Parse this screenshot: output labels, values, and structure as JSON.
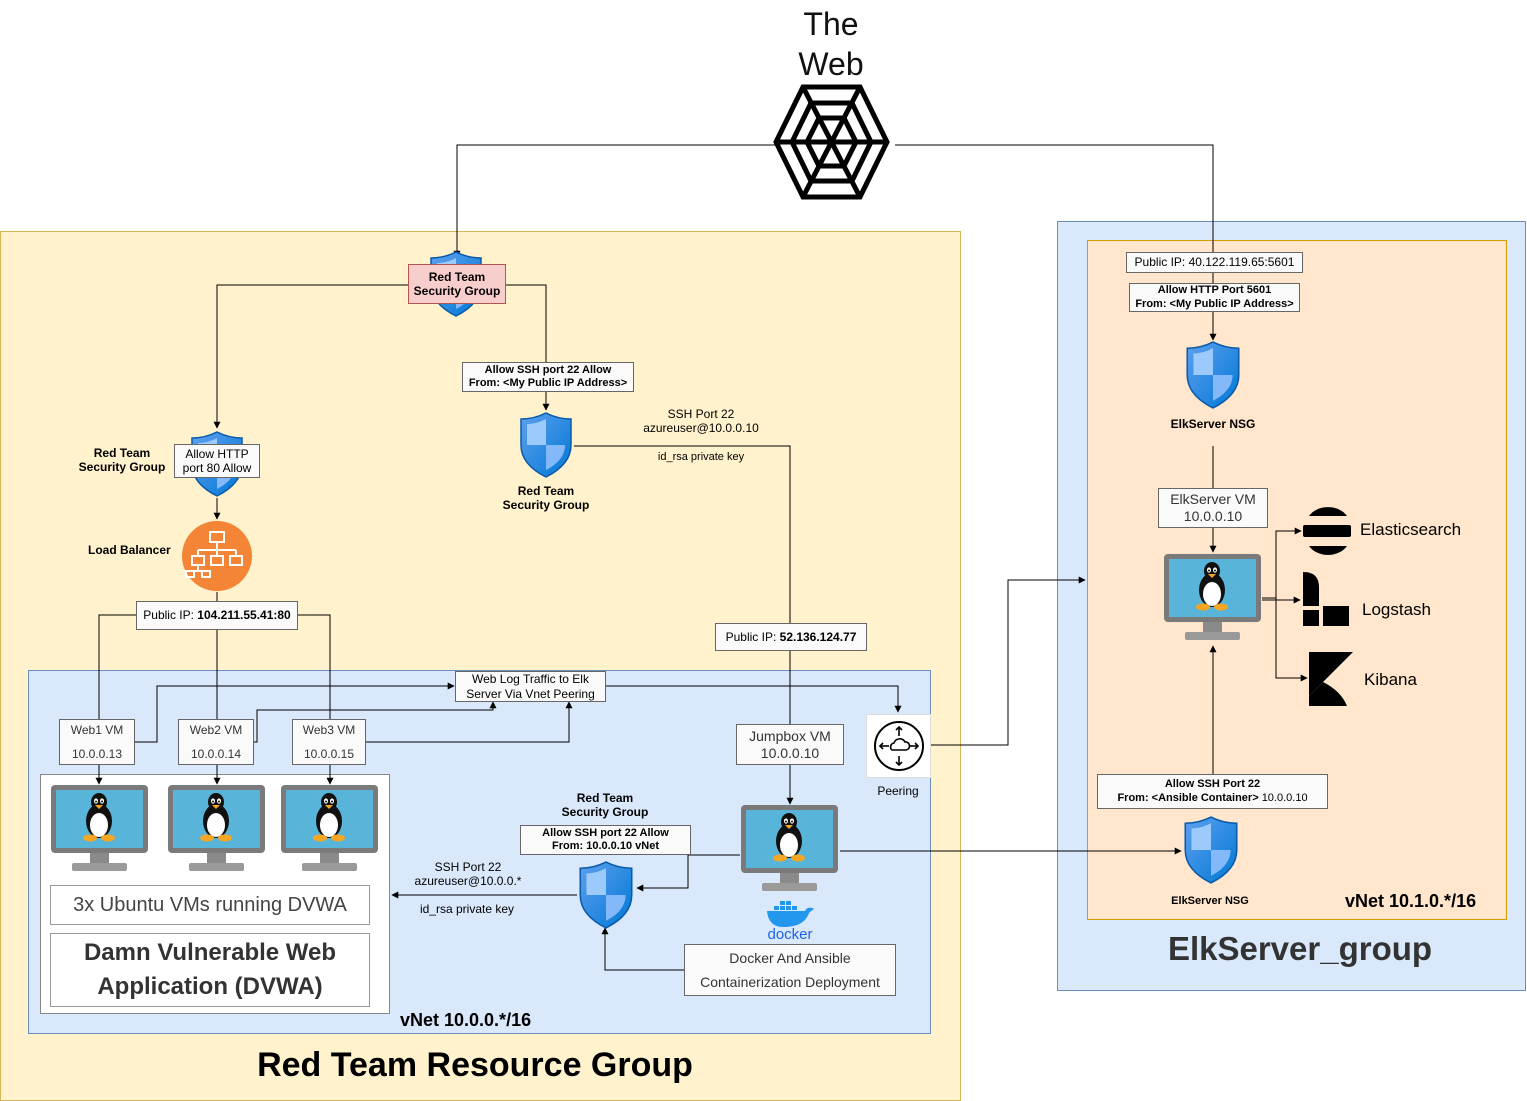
{
  "web": {
    "title_line1": "The",
    "title_line2": "Web"
  },
  "red_group": {
    "title": "Red Team Resource Group",
    "top_sg_line1": "Red Team",
    "top_sg_line2": "Security Group",
    "left_sg_line1": "Red Team",
    "left_sg_line2": "Security Group",
    "http_rule_line1": "Allow HTTP",
    "http_rule_line2": "port 80 Allow",
    "ssh_rule_line1": "Allow SSH port 22 Allow",
    "ssh_rule_line2": "From: <My Public IP Address>",
    "mid_sg_line1": "Red Team",
    "mid_sg_line2": "Security Group",
    "ssh_note_line1": "SSH Port 22",
    "ssh_note_line2": "azureuser@10.0.0.10",
    "ssh_note_line3": "id_rsa private key",
    "load_balancer": "Load Balancer",
    "lb_ip_label": "Public IP: ",
    "lb_ip": "104.211.55.41:80",
    "jump_ip_label": "Public IP: ",
    "jump_ip": "52.136.124.77"
  },
  "vnet1": {
    "label": "vNet 10.0.0.*/16",
    "weblog_line1": "Web Log Traffic to Elk",
    "weblog_line2": "Server Via Vnet Peering",
    "web_vms": [
      {
        "name": "Web1 VM",
        "ip": "10.0.0.13"
      },
      {
        "name": "Web2 VM",
        "ip": "10.0.0.14"
      },
      {
        "name": "Web3 VM",
        "ip": "10.0.0.15"
      }
    ],
    "ubuntu_caption": "3x Ubuntu VMs running DVWA",
    "dvwa_line1": "Damn Vulnerable Web",
    "dvwa_line2": "Application (DVWA)",
    "jumpbox_name": "Jumpbox VM",
    "jumpbox_ip": "10.0.0.10",
    "inner_sg_line1": "Red Team",
    "inner_sg_line2": "Security Group",
    "inner_rule_line1": "Allow SSH port 22 Allow",
    "inner_rule_line2": "From: 10.0.0.10 vNet",
    "inner_ssh_line1": "SSH Port 22",
    "inner_ssh_line2": "azureuser@10.0.0.*",
    "inner_ssh_line3": "id_rsa private key",
    "docker_label": "docker",
    "docker_box_line1": "Docker And Ansible",
    "docker_box_line2": "Containerization Deployment",
    "peering": "Peering"
  },
  "elk_group": {
    "title": "ElkServer_group",
    "vnet_label": "vNet 10.1.0.*/16",
    "public_ip": "Public IP: 40.122.119.65:5601",
    "http_rule_line1": "Allow HTTP Port 5601",
    "http_rule_line2": "From: <My Public IP Address>",
    "nsg_top": "ElkServer NSG",
    "vm_name": "ElkServer VM",
    "vm_ip": "10.0.0.10",
    "ssh_rule_line1": "Allow SSH Port 22",
    "ssh_rule_prefix": "From: <Ansible Container> ",
    "ssh_rule_ip": "10.0.0.10",
    "nsg_bottom": "ElkServer NSG",
    "apps": [
      "Elasticsearch",
      "Logstash",
      "Kibana"
    ]
  },
  "colors": {
    "red_group_fill": "#fff2cc",
    "red_group_border": "#d6b656",
    "vnet_fill": "#dae8fc",
    "vnet_border": "#6c8ebf",
    "elk_inner_fill": "#ffe6cc",
    "elk_inner_border": "#d79b00",
    "sg_red_fill": "#f8cecc",
    "sg_red_border": "#b85450",
    "lb_orange": "#f58536",
    "monitor_screen": "#59b4d9",
    "shield_blue": "#1e88e5"
  }
}
